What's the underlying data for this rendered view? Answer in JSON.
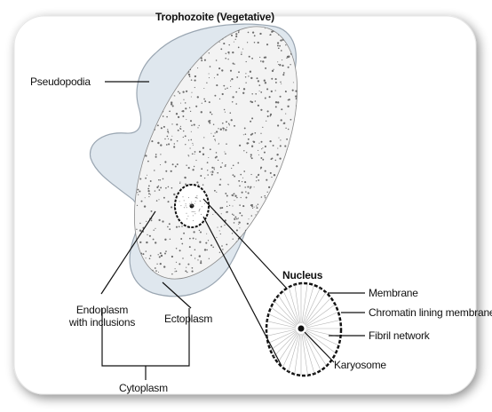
{
  "title": "Trophozoite (Vegetative)",
  "labels": {
    "pseudopodia": "Pseudopodia",
    "endoplasm_line1": "Endoplasm",
    "endoplasm_line2": "with inclusions",
    "ectoplasm": "Ectoplasm",
    "cytoplasm": "Cytoplasm",
    "nucleus": "Nucleus",
    "membrane": "Membrane",
    "chromatin": "Chromatin lining membrane",
    "fibril": "Fibril network",
    "karyosome": "Karyosome"
  },
  "colors": {
    "ectoplasm_fill": "#dfe7ee",
    "endoplasm_fill": "#f2f2f2",
    "stipple": "#6c6c6c",
    "line": "#111111"
  }
}
